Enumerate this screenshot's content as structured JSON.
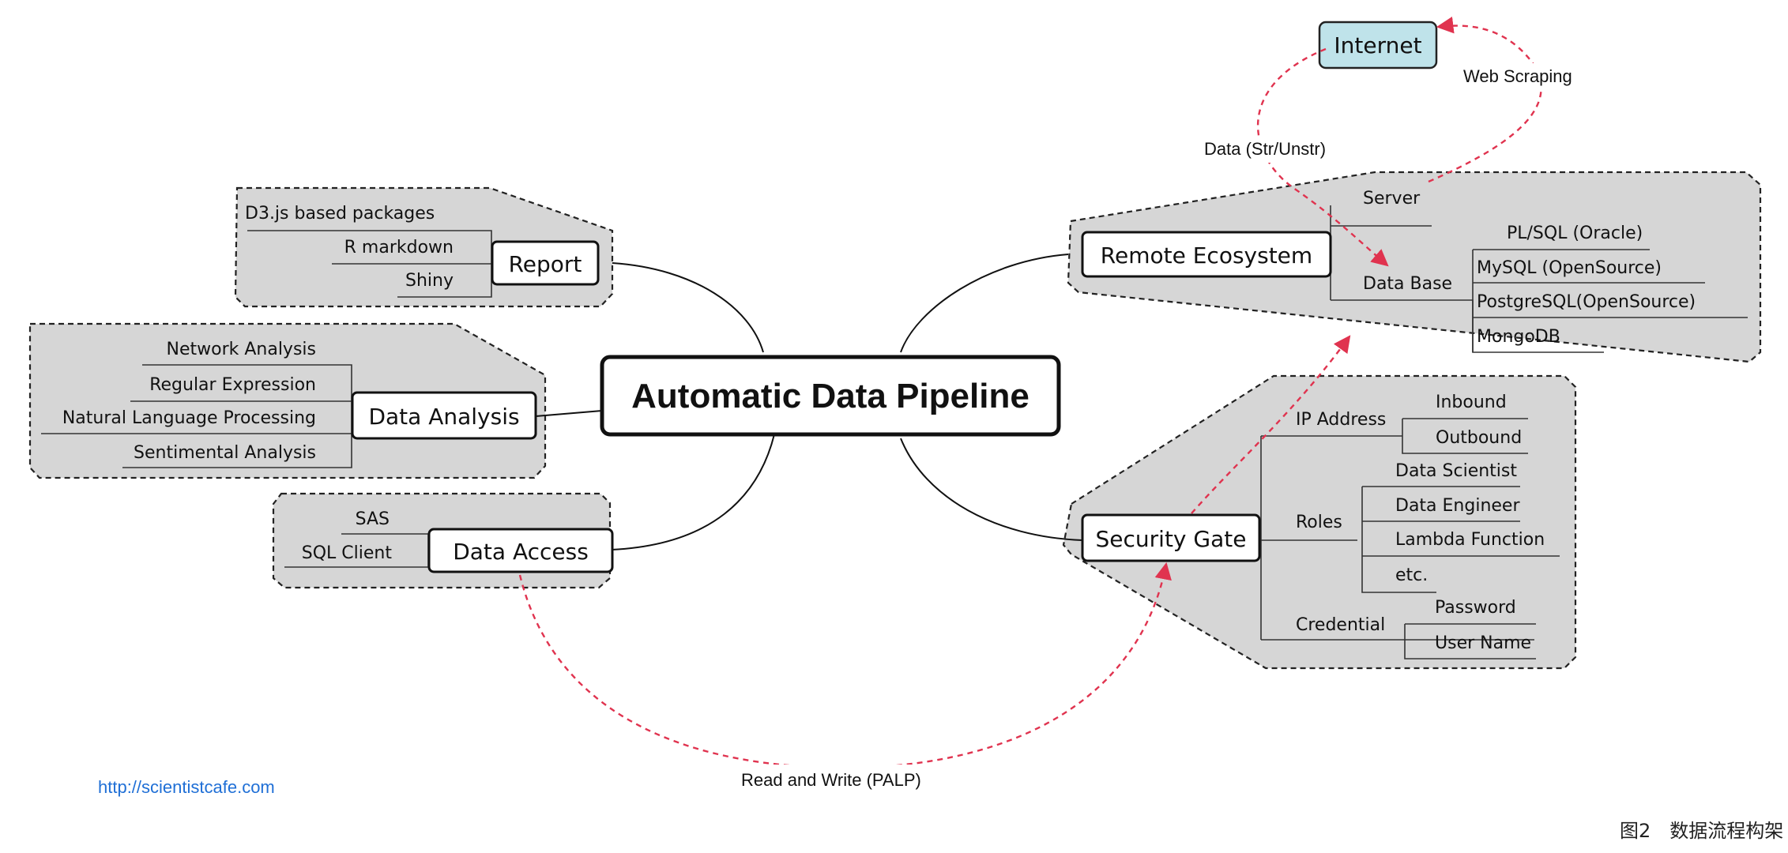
{
  "central": "Automatic Data Pipeline",
  "nodes": {
    "report": "Report",
    "data_analysis": "Data Analysis",
    "data_access": "Data Access",
    "remote_ecosystem": "Remote Ecosystem",
    "security_gate": "Security Gate",
    "internet": "Internet"
  },
  "report_items": [
    "D3.js based packages",
    "R markdown",
    "Shiny"
  ],
  "analysis_items": [
    "Network Analysis",
    "Regular Expression",
    "Natural Language Processing",
    "Sentimental Analysis"
  ],
  "access_items": [
    "SAS",
    "SQL Client"
  ],
  "remote": {
    "server": "Server",
    "database": "Data Base",
    "db_items": [
      "PL/SQL (Oracle)",
      "MySQL (OpenSource)",
      "PostgreSQL(OpenSource)",
      "MongoDB"
    ]
  },
  "security": {
    "ip": "IP Address",
    "ip_items": [
      "Inbound",
      "Outbound"
    ],
    "roles": "Roles",
    "role_items": [
      "Data Scientist",
      "Data Engineer",
      "Lambda Function",
      "etc."
    ],
    "credential": "Credential",
    "credential_items": [
      "Password",
      "User Name"
    ]
  },
  "edges": {
    "web_scraping": "Web Scraping",
    "data_str": "Data (Str/Unstr)",
    "read_write": "Read and Write (PALP)"
  },
  "url": "http://scientistcafe.com",
  "caption": "图2　数据流程构架"
}
